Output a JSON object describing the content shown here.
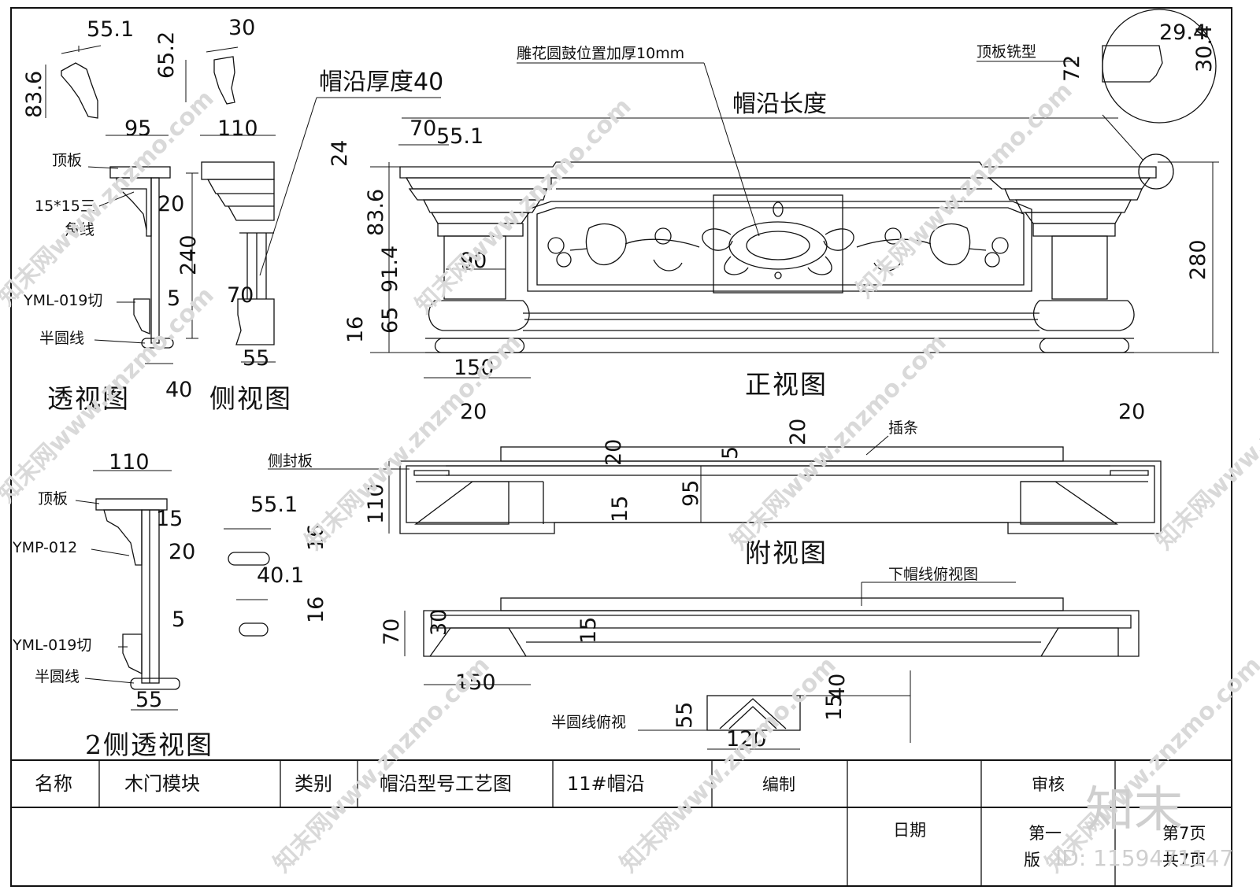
{
  "views": {
    "perspective": {
      "title": "透视图",
      "labels": {
        "top_board": "顶板",
        "triangle_line": "15*15三",
        "triangle_line2": "角线",
        "yml": "YML-019切",
        "half_round": "半圆线"
      },
      "dims": {
        "d55_1": "55.1",
        "d83_6": "83.6",
        "d95": "95",
        "d20": "20",
        "d240": "240",
        "d5": "5",
        "d40": "40",
        "d30": "30",
        "d65_2": "65.2"
      }
    },
    "side": {
      "title": "侧视图",
      "dims": {
        "d110": "110",
        "d70": "70",
        "d55": "55"
      }
    },
    "front": {
      "title": "正视图",
      "thickness_note": "帽沿厚度40",
      "carving_note": "雕花圆鼓位置加厚10mm",
      "length_note": "帽沿长度",
      "milling_note": "顶板铣型",
      "dims": {
        "d70": "70",
        "d55_1": "55.1",
        "d24": "24",
        "d83_6": "83.6",
        "d90": "90",
        "d91_4": "91.4",
        "d65": "65",
        "d16": "16",
        "d150": "150",
        "d280": "280",
        "d29_4": "29.4",
        "d72": "72",
        "d30_4": "30.4"
      }
    },
    "attached": {
      "title": "附视图",
      "labels": {
        "side_seal": "侧封板",
        "insert": "插条"
      },
      "dims": {
        "d20a": "20",
        "d20b": "20",
        "d20c": "20",
        "d20d": "20",
        "d5": "5",
        "d110": "110",
        "d95": "95",
        "d15": "15"
      }
    },
    "lower_top": {
      "label": "下帽线俯视图",
      "dims": {
        "d70": "70",
        "d30": "30",
        "d15": "15",
        "d150": "150"
      }
    },
    "half_round_top": {
      "label": "半圆线俯视",
      "dims": {
        "d55": "55",
        "d40": "40",
        "d15": "15",
        "d120": "120"
      }
    },
    "side2": {
      "title": "2侧透视图",
      "labels": {
        "top_board": "顶板",
        "ymp": "YMP-012",
        "yml": "YML-019切",
        "half_round": "半圆线"
      },
      "dims": {
        "d110": "110",
        "d15": "15",
        "d20": "20",
        "d5": "5",
        "d55": "55",
        "d55_1": "55.1",
        "d16a": "16",
        "d40_1": "40.1",
        "d16b": "16"
      }
    }
  },
  "title_block": {
    "name_label": "名称",
    "name_value": "木门模块",
    "category_label": "类别",
    "category_value": "帽沿型号工艺图",
    "model": "11#帽沿",
    "drafted_label": "编制",
    "review_label": "审核",
    "date_label": "日期",
    "edition_line1": "第一",
    "edition_line2": "版",
    "page_line1": "第7页",
    "page_line2": "共7页"
  },
  "watermark": {
    "text": "知末网www.znzmo.com",
    "logo": "知末",
    "id": "ID: 1159471147"
  }
}
